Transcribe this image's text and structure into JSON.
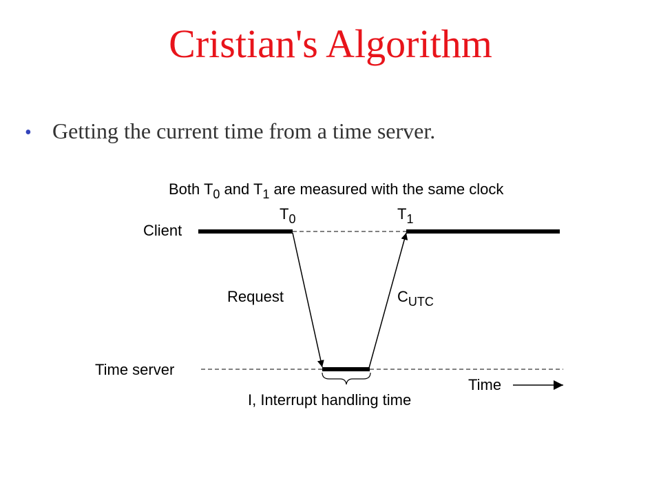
{
  "title": "Cristian's Algorithm",
  "bullet": "Getting the current time from a time server.",
  "colors": {
    "title": "#e8141b",
    "bullet_dot": "#3344bb",
    "text": "#333333",
    "diagram": "#000000"
  },
  "diagram": {
    "caption_prefix": "Both T",
    "caption_sub0": "0",
    "caption_mid": " and T",
    "caption_sub1": "1",
    "caption_suffix": " are measured with the same clock",
    "client_label": "Client",
    "server_label": "Time server",
    "t0_base": "T",
    "t0_sub": "0",
    "t1_base": "T",
    "t1_sub": "1",
    "request_label": "Request",
    "cutc_base": "C",
    "cutc_sub": "UTC",
    "interrupt_label": "I, Interrupt handling time",
    "time_label": "Time"
  }
}
